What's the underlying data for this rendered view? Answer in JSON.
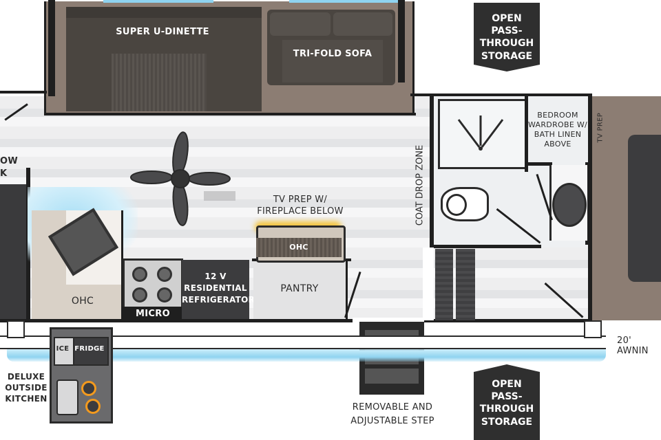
{
  "labels": {
    "super_dinette": "SUPER U-DINETTE",
    "tri_fold_sofa": "TRI-FOLD SOFA",
    "tv_prep": "TV PREP W/",
    "fireplace_below": "FIREPLACE BELOW",
    "ohc": "OHC",
    "pantry": "PANTRY",
    "micro": "MICRO",
    "refrigerator_line1": "12 V",
    "refrigerator_line2": "RESIDENTIAL",
    "refrigerator_line3": "REFRIGERATOR",
    "coat_drop_zone": "COAT DROP ZONE",
    "bedroom_wardrobe_line1": "BEDROOM",
    "bedroom_wardrobe_line2": "WARDROBE W/",
    "bedroom_wardrobe_line3": "BATH LINEN",
    "bedroom_wardrobe_line4": "ABOVE",
    "tv_prep_bedroom": "TV PREP",
    "window_partial_line1": "OW",
    "window_partial_line2": "K",
    "awning": "20' AWNIN",
    "ice": "ICE",
    "fridge": "FRIDGE",
    "outside_kitchen_line1": "DELUXE",
    "outside_kitchen_line2": "OUTSIDE",
    "outside_kitchen_line3": "KITCHEN",
    "step_line1": "REMOVABLE AND",
    "step_line2": "ADJUSTABLE STEP"
  },
  "badges": {
    "top": {
      "line1": "OPEN",
      "line2": "PASS-THROUGH",
      "line3": "STORAGE"
    },
    "bottom": {
      "line1": "OPEN",
      "line2": "PASS-THROUGH",
      "line3": "STORAGE"
    }
  },
  "colors": {
    "wall": "#1f1f1f",
    "slide_brown": "#8b7b70",
    "dark_furniture": "#4a4540",
    "glow_blue": "#8fd3f0",
    "fireplace_glow": "#f3c33a",
    "burner_orange": "#f39a1e",
    "badge": "#2f2f2f"
  }
}
